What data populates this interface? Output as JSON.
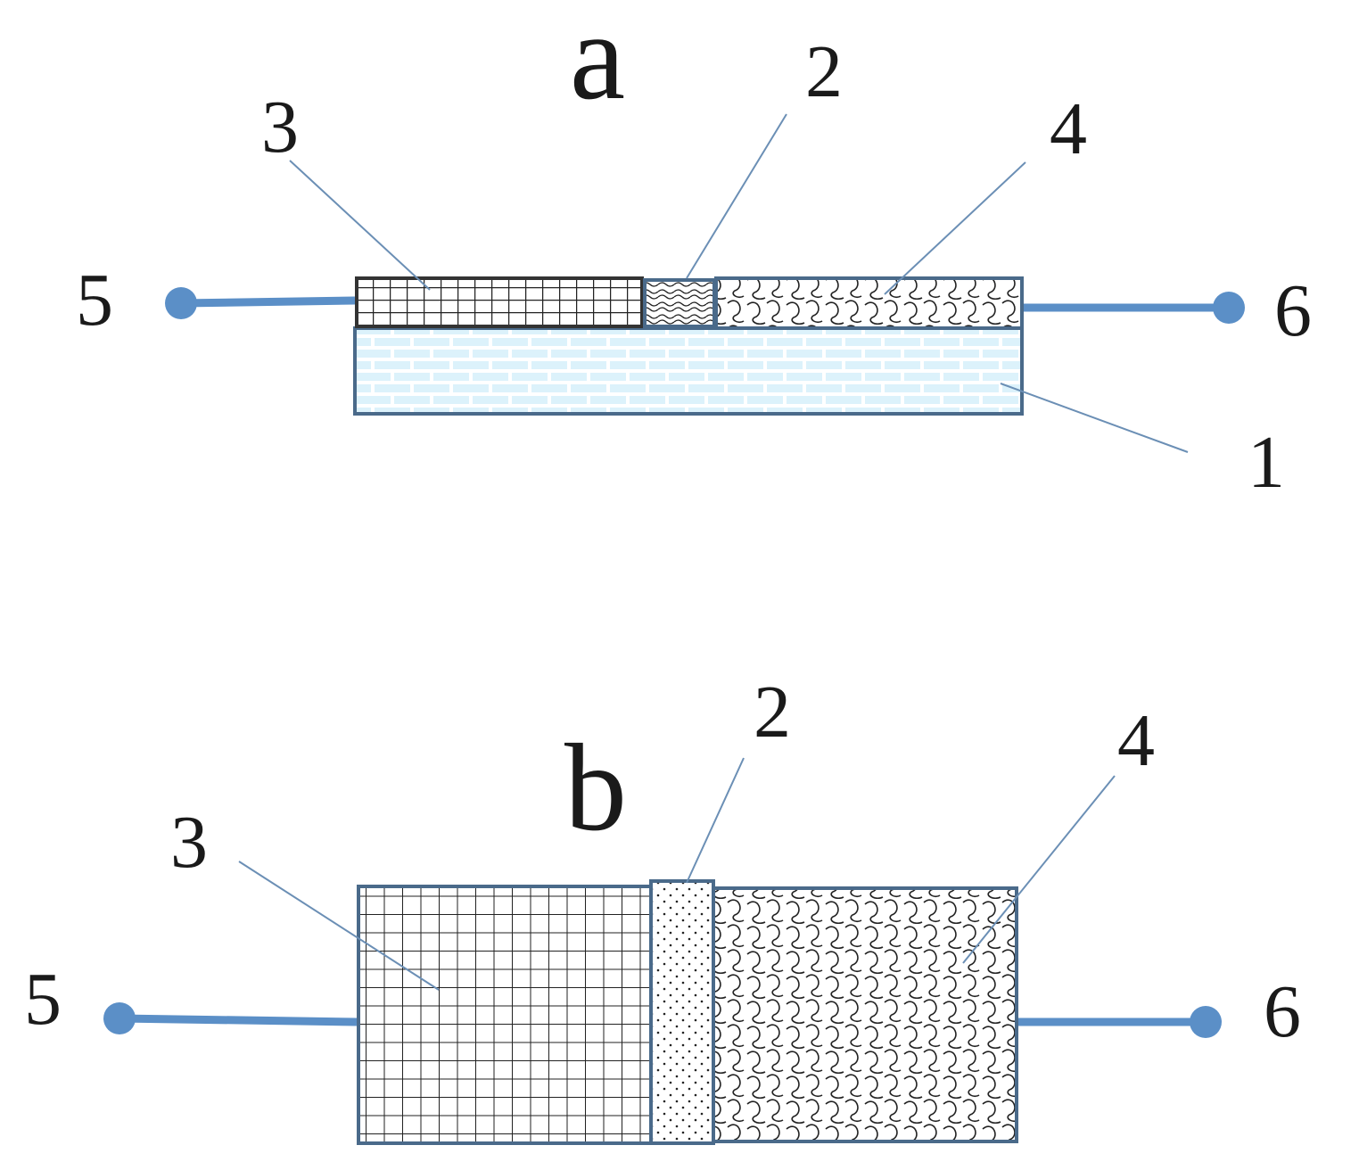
{
  "panel_a": {
    "title": "a",
    "labels": {
      "one": "1",
      "two": "2",
      "three": "3",
      "four": "4",
      "five": "5",
      "six": "6"
    }
  },
  "panel_b": {
    "title": "b",
    "labels": {
      "two": "2",
      "three": "3",
      "four": "4",
      "five": "5",
      "six": "6"
    }
  },
  "colors": {
    "outline": "#4a6a8a",
    "wire": "#5b8fc7",
    "substrate_fill": "#dcf2fb",
    "leader": "#6b8fb5",
    "ink": "#1a1a1a"
  }
}
